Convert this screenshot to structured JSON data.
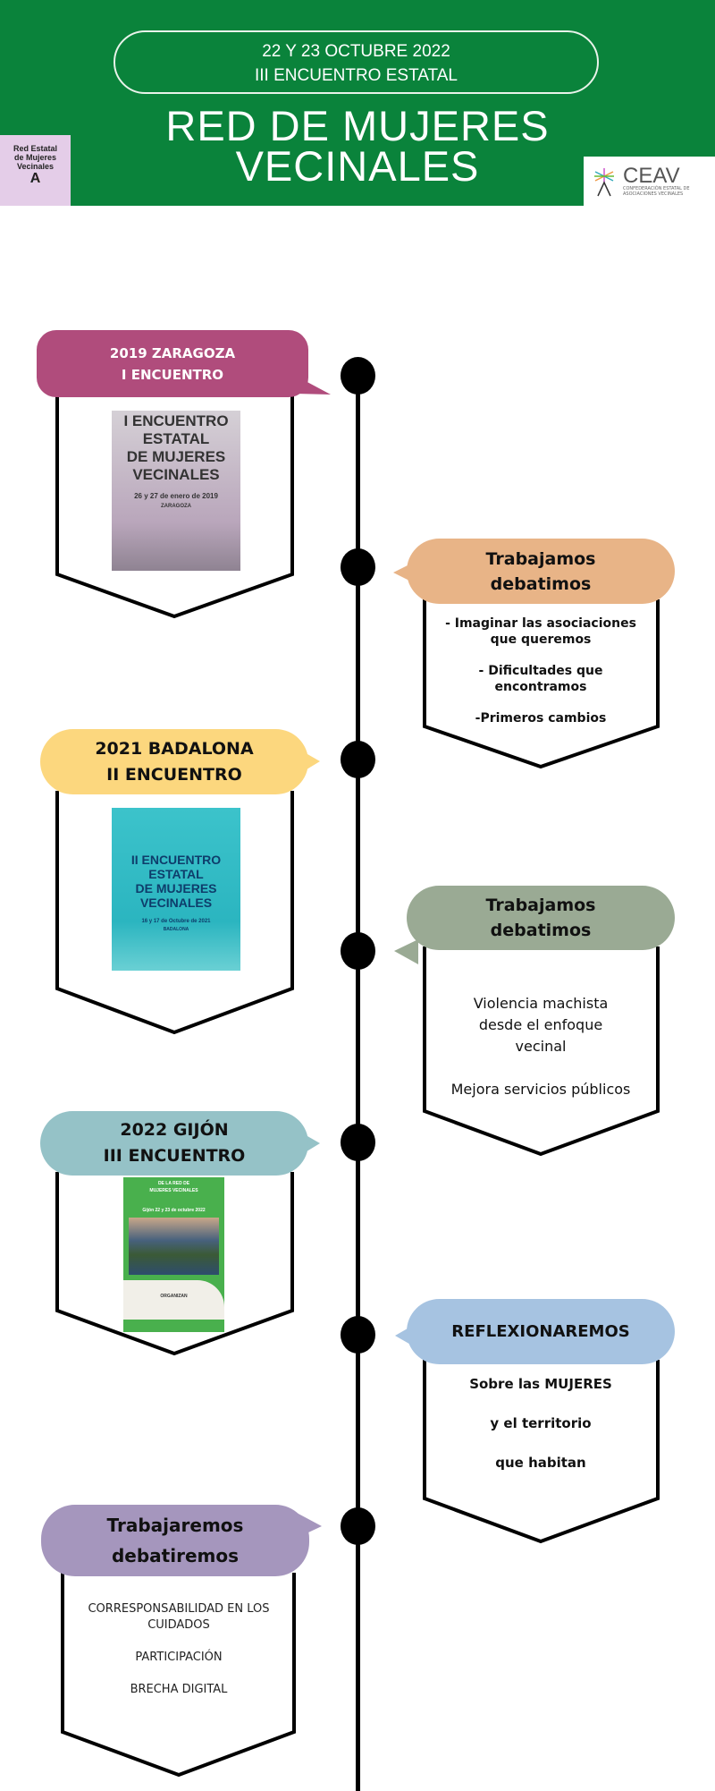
{
  "header": {
    "date": "22 Y 23 OCTUBRE 2022",
    "event": "III ENCUENTRO ESTATAL",
    "title_line1": "RED DE MUJERES",
    "title_line2": "VECINALES",
    "logo_left": {
      "line1": "Red Estatal",
      "line2": "de Mujeres",
      "line3": "Vecinales",
      "mark": "A"
    },
    "logo_right": {
      "name": "CEAV",
      "subtitle": "CONFEDERACIÓN ESTATAL DE ASOCIACIONES VECINALES"
    }
  },
  "colors": {
    "green": "#0a833b",
    "magenta": "#b04c7c",
    "peach": "#e8b487",
    "yellow": "#fcd77e",
    "sage": "#9aaa94",
    "teal": "#95c2c7",
    "lightblue": "#a6c3e1",
    "lavender": "#a596bd"
  },
  "timeline": [
    {
      "line1": "2019 ZARAGOZA",
      "line2": "I ENCUENTRO",
      "poster": {
        "l1": "I ENCUENTRO",
        "l2": "ESTATAL",
        "l3": "DE MUJERES",
        "l4": "VECINALES",
        "date": "26 y 27 de enero de 2019",
        "city": "ZARAGOZA"
      }
    },
    {
      "line1": "Trabajamos",
      "line2": "debatimos",
      "items": [
        "- Imaginar las asociaciones que queremos",
        "- Dificultades que encontramos",
        "-Primeros cambios"
      ]
    },
    {
      "line1": "2021 BADALONA",
      "line2": "II ENCUENTRO",
      "poster": {
        "l1": "II ENCUENTRO",
        "l2": "ESTATAL",
        "l3": "DE MUJERES",
        "l4": "VECINALES",
        "date": "16 y 17 de Octubre de 2021",
        "city": "BADALONA"
      }
    },
    {
      "line1": "Trabajamos",
      "line2": "debatimos",
      "items": [
        "Violencia machista desde el enfoque vecinal",
        "Mejora servicios públicos"
      ]
    },
    {
      "line1": "2022 GIJÓN",
      "line2": "III ENCUENTRO",
      "poster": {
        "l1": "DE LA RED DE",
        "l2": "MUJERES VECINALES",
        "date": "Gijón 22 y 23 de octubre 2022",
        "org": "ORGANIZAN"
      }
    },
    {
      "line1": "REFLEXIONAREMOS",
      "items": [
        "Sobre las MUJERES",
        "y el territorio",
        "que habitan"
      ]
    },
    {
      "line1": "Trabajaremos",
      "line2": "debatiremos",
      "items": [
        "CORRESPONSABILIDAD EN LOS CUIDADOS",
        "PARTICIPACIÓN",
        "BRECHA DIGITAL"
      ]
    }
  ]
}
